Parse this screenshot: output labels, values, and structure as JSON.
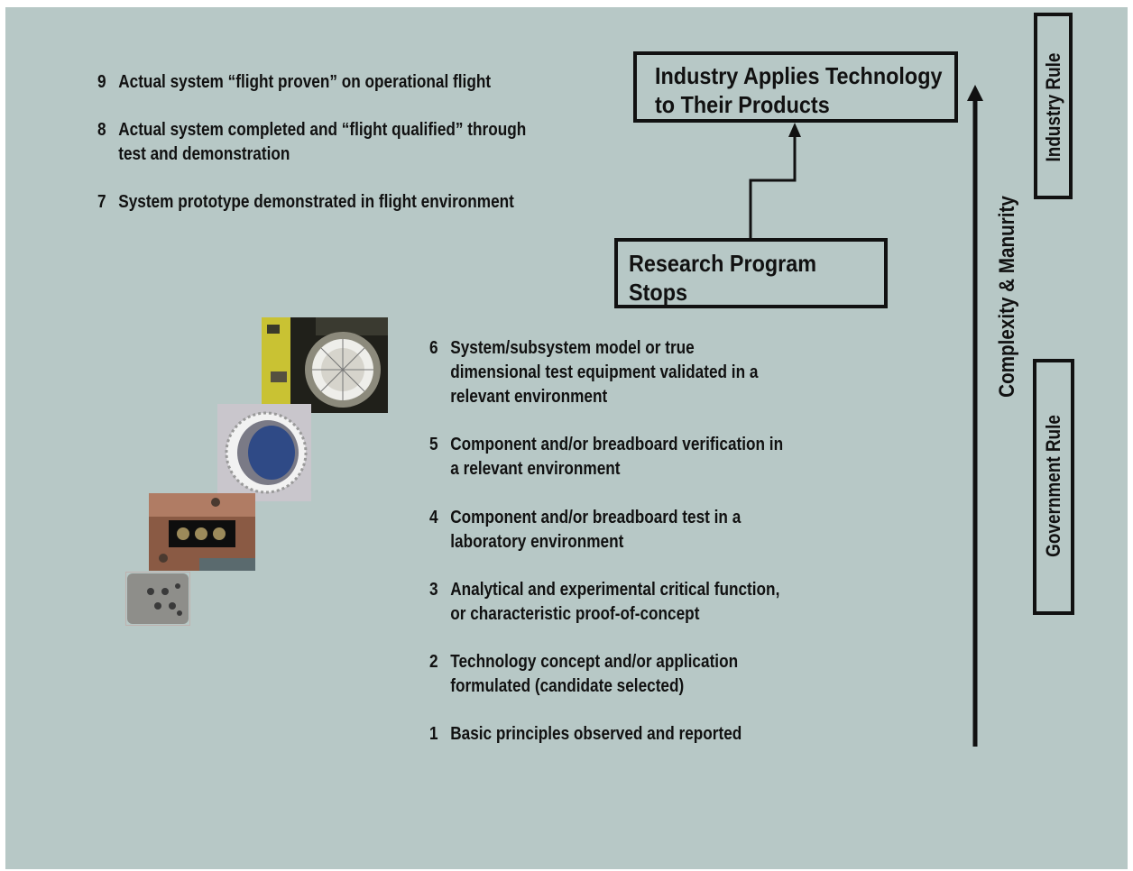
{
  "levels_upper": [
    {
      "num": "9",
      "lines": [
        "Actual system “flight proven” on operational flight"
      ]
    },
    {
      "num": "8",
      "lines": [
        "Actual system completed and “flight qualified” through",
        "test and demonstration"
      ]
    },
    {
      "num": "7",
      "lines": [
        "System prototype demonstrated in flight environment"
      ]
    }
  ],
  "levels_lower": [
    {
      "num": "6",
      "lines": [
        "System/subsystem model or true",
        "dimensional test equipment validated in a",
        "relevant environment"
      ]
    },
    {
      "num": "5",
      "lines": [
        "Component and/or breadboard verification in",
        "a relevant environment"
      ]
    },
    {
      "num": "4",
      "lines": [
        "Component and/or breadboard test in a",
        "laboratory environment"
      ]
    },
    {
      "num": "3",
      "lines": [
        "Analytical and experimental critical function,",
        "or characteristic proof-of-concept"
      ]
    },
    {
      "num": "2",
      "lines": [
        "Technology concept and/or application",
        "formulated (candidate selected)"
      ]
    },
    {
      "num": "1",
      "lines": [
        "Basic principles observed and reported"
      ]
    }
  ],
  "boxes": {
    "industry_applies": [
      "Industry Applies Technology",
      "to Their Products"
    ],
    "research_stops": [
      "Research Program",
      "Stops"
    ]
  },
  "side_labels": {
    "axis": "Complexity & Manurity",
    "industry_rule": "Industry Rule",
    "government_rule": "Government Rule"
  },
  "colors": {
    "background": "#b7c8c6",
    "ink": "#111111"
  }
}
